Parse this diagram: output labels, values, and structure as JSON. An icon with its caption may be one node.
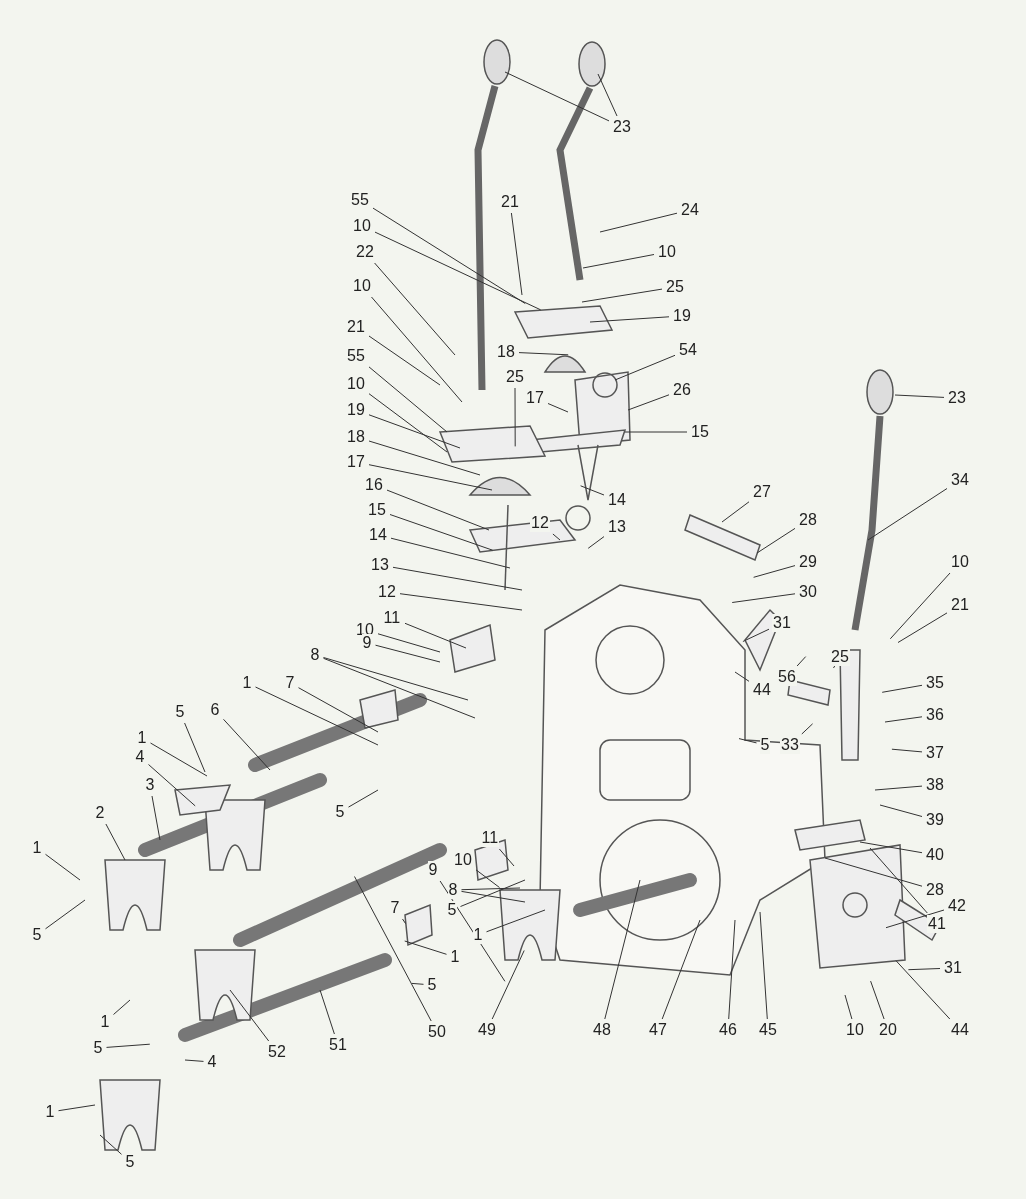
{
  "diagram": {
    "nodes": [
      {
        "text": [
          "23"
        ]
      },
      {
        "text": [
          "24"
        ]
      },
      {
        "text": [
          "21"
        ]
      },
      {
        "text": [
          "55"
        ]
      },
      {
        "text": [
          "10"
        ]
      },
      {
        "text": [
          "10"
        ]
      },
      {
        "text": [
          "22"
        ]
      },
      {
        "text": [
          "25"
        ]
      },
      {
        "text": [
          "10"
        ]
      },
      {
        "text": [
          "19"
        ]
      },
      {
        "text": [
          "21"
        ]
      },
      {
        "text": [
          "18"
        ]
      },
      {
        "text": [
          "54"
        ]
      },
      {
        "text": [
          "55"
        ]
      },
      {
        "text": [
          "25"
        ]
      },
      {
        "text": [
          "10"
        ]
      },
      {
        "text": [
          "26"
        ]
      },
      {
        "text": [
          "23"
        ]
      },
      {
        "text": [
          "17"
        ]
      },
      {
        "text": [
          "19"
        ]
      },
      {
        "text": [
          "15"
        ]
      },
      {
        "text": [
          "18"
        ]
      },
      {
        "text": [
          "17"
        ]
      },
      {
        "text": [
          "34"
        ]
      },
      {
        "text": [
          "16"
        ]
      },
      {
        "text": [
          "27"
        ]
      },
      {
        "text": [
          "14"
        ]
      },
      {
        "text": [
          "15"
        ]
      },
      {
        "text": [
          "28"
        ]
      },
      {
        "text": [
          "12"
        ]
      },
      {
        "text": [
          "13"
        ]
      },
      {
        "text": [
          "14"
        ]
      },
      {
        "text": [
          "10"
        ]
      },
      {
        "text": [
          "29"
        ]
      },
      {
        "text": [
          "13"
        ]
      },
      {
        "text": [
          "30"
        ]
      },
      {
        "text": [
          "12"
        ]
      },
      {
        "text": [
          "21"
        ]
      },
      {
        "text": [
          "11"
        ]
      },
      {
        "text": [
          "10"
        ]
      },
      {
        "text": [
          "31"
        ]
      },
      {
        "text": [
          "9"
        ]
      },
      {
        "text": [
          "25"
        ]
      },
      {
        "text": [
          "8"
        ]
      },
      {
        "text": [
          "56"
        ]
      },
      {
        "text": [
          "35"
        ]
      },
      {
        "text": [
          "7"
        ]
      },
      {
        "text": [
          "1"
        ]
      },
      {
        "text": [
          "44"
        ]
      },
      {
        "text": [
          "6"
        ]
      },
      {
        "text": [
          "5"
        ]
      },
      {
        "text": [
          "36"
        ]
      },
      {
        "text": [
          "1"
        ]
      },
      {
        "text": [
          "33"
        ]
      },
      {
        "text": [
          "5"
        ]
      },
      {
        "text": [
          "37"
        ]
      },
      {
        "text": [
          "4"
        ]
      },
      {
        "text": [
          "3"
        ]
      },
      {
        "text": [
          "38"
        ]
      },
      {
        "text": [
          "5"
        ]
      },
      {
        "text": [
          "2"
        ]
      },
      {
        "text": [
          "39"
        ]
      },
      {
        "text": [
          "11"
        ]
      },
      {
        "text": [
          "1"
        ]
      },
      {
        "text": [
          "40"
        ]
      },
      {
        "text": [
          "10"
        ]
      },
      {
        "text": [
          "9"
        ]
      },
      {
        "text": [
          "28"
        ]
      },
      {
        "text": [
          "8"
        ]
      },
      {
        "text": [
          "42"
        ]
      },
      {
        "text": [
          "5"
        ]
      },
      {
        "text": [
          "7"
        ]
      },
      {
        "text": [
          "41"
        ]
      },
      {
        "text": [
          "5"
        ]
      },
      {
        "text": [
          "1"
        ]
      },
      {
        "text": [
          "1"
        ]
      },
      {
        "text": [
          "31"
        ]
      },
      {
        "text": [
          "5"
        ]
      },
      {
        "text": [
          "1"
        ]
      },
      {
        "text": [
          "50"
        ]
      },
      {
        "text": [
          "49"
        ]
      },
      {
        "text": [
          "48"
        ]
      },
      {
        "text": [
          "47"
        ]
      },
      {
        "text": [
          "46"
        ]
      },
      {
        "text": [
          "45"
        ]
      },
      {
        "text": [
          "10"
        ]
      },
      {
        "text": [
          "20"
        ]
      },
      {
        "text": [
          "44"
        ]
      },
      {
        "text": [
          "51"
        ]
      },
      {
        "text": [
          "5"
        ]
      },
      {
        "text": [
          "52"
        ]
      },
      {
        "text": [
          "4"
        ]
      },
      {
        "text": [
          "1"
        ]
      },
      {
        "text": [
          "5"
        ]
      }
    ],
    "edges": [
      {
        "from": 0,
        "to": null,
        "arrow": "none"
      },
      {
        "from": 0,
        "to": null,
        "arrow": "none"
      },
      {
        "from": 1,
        "to": null,
        "arrow": "none"
      },
      {
        "from": 2,
        "to": null,
        "arrow": "none"
      },
      {
        "from": 3,
        "to": null,
        "arrow": "none"
      },
      {
        "from": 4,
        "to": null,
        "arrow": "none"
      },
      {
        "from": 5,
        "to": null,
        "arrow": "none"
      },
      {
        "from": 6,
        "to": null,
        "arrow": "none"
      },
      {
        "from": 7,
        "to": null,
        "arrow": "none"
      },
      {
        "from": 8,
        "to": null,
        "arrow": "none"
      },
      {
        "from": 9,
        "to": null,
        "arrow": "none"
      },
      {
        "from": 10,
        "to": null,
        "arrow": "none"
      },
      {
        "from": 11,
        "to": null,
        "arrow": "none"
      },
      {
        "from": 12,
        "to": null,
        "arrow": "none"
      },
      {
        "from": 13,
        "to": null,
        "arrow": "none"
      },
      {
        "from": 14,
        "to": null,
        "arrow": "none"
      },
      {
        "from": 15,
        "to": null,
        "arrow": "none"
      },
      {
        "from": 16,
        "to": null,
        "arrow": "none"
      },
      {
        "from": 17,
        "to": null,
        "arrow": "none"
      },
      {
        "from": 18,
        "to": null,
        "arrow": "none"
      },
      {
        "from": 19,
        "to": null,
        "arrow": "none"
      },
      {
        "from": 20,
        "to": null,
        "arrow": "none"
      },
      {
        "from": 21,
        "to": null,
        "arrow": "none"
      },
      {
        "from": 22,
        "to": null,
        "arrow": "none"
      },
      {
        "from": 23,
        "to": null,
        "arrow": "none"
      },
      {
        "from": 24,
        "to": null,
        "arrow": "none"
      },
      {
        "from": 25,
        "to": null,
        "arrow": "none"
      },
      {
        "from": 26,
        "to": null,
        "arrow": "none"
      },
      {
        "from": 27,
        "to": null,
        "arrow": "none"
      },
      {
        "from": 28,
        "to": null,
        "arrow": "none"
      },
      {
        "from": 29,
        "to": null,
        "arrow": "none"
      },
      {
        "from": 30,
        "to": null,
        "arrow": "none"
      },
      {
        "from": 31,
        "to": null,
        "arrow": "none"
      },
      {
        "from": 32,
        "to": null,
        "arrow": "none"
      },
      {
        "from": 33,
        "to": null,
        "arrow": "none"
      },
      {
        "from": 34,
        "to": null,
        "arrow": "none"
      },
      {
        "from": 35,
        "to": null,
        "arrow": "none"
      },
      {
        "from": 36,
        "to": null,
        "arrow": "none"
      },
      {
        "from": 37,
        "to": null,
        "arrow": "none"
      },
      {
        "from": 38,
        "to": null,
        "arrow": "none"
      },
      {
        "from": 39,
        "to": null,
        "arrow": "none"
      },
      {
        "from": 40,
        "to": null,
        "arrow": "none"
      },
      {
        "from": 41,
        "to": null,
        "arrow": "none"
      },
      {
        "from": 42,
        "to": null,
        "arrow": "none"
      },
      {
        "from": 43,
        "to": null,
        "arrow": "none"
      },
      {
        "from": 43,
        "to": null,
        "arrow": "none"
      },
      {
        "from": 44,
        "to": null,
        "arrow": "none"
      },
      {
        "from": 45,
        "to": null,
        "arrow": "none"
      },
      {
        "from": 46,
        "to": null,
        "arrow": "none"
      },
      {
        "from": 47,
        "to": null,
        "arrow": "none"
      },
      {
        "from": 48,
        "to": null,
        "arrow": "none"
      },
      {
        "from": 49,
        "to": null,
        "arrow": "none"
      },
      {
        "from": 50,
        "to": null,
        "arrow": "none"
      },
      {
        "from": 51,
        "to": null,
        "arrow": "none"
      },
      {
        "from": 52,
        "to": null,
        "arrow": "none"
      },
      {
        "from": 53,
        "to": null,
        "arrow": "none"
      },
      {
        "from": 54,
        "to": null,
        "arrow": "none"
      },
      {
        "from": 55,
        "to": null,
        "arrow": "none"
      },
      {
        "from": 56,
        "to": null,
        "arrow": "none"
      },
      {
        "from": 57,
        "to": null,
        "arrow": "none"
      },
      {
        "from": 58,
        "to": null,
        "arrow": "none"
      },
      {
        "from": 59,
        "to": null,
        "arrow": "none"
      },
      {
        "from": 60,
        "to": null,
        "arrow": "none"
      },
      {
        "from": 61,
        "to": null,
        "arrow": "none"
      },
      {
        "from": 62,
        "to": null,
        "arrow": "none"
      },
      {
        "from": 63,
        "to": null,
        "arrow": "none"
      },
      {
        "from": 64,
        "to": null,
        "arrow": "none"
      },
      {
        "from": 65,
        "to": null,
        "arrow": "none"
      },
      {
        "from": 66,
        "to": null,
        "arrow": "none"
      },
      {
        "from": 67,
        "to": null,
        "arrow": "none"
      },
      {
        "from": 68,
        "to": null,
        "arrow": "none"
      },
      {
        "from": 68,
        "to": null,
        "arrow": "none"
      },
      {
        "from": 69,
        "to": null,
        "arrow": "none"
      },
      {
        "from": 70,
        "to": null,
        "arrow": "none"
      },
      {
        "from": 71,
        "to": null,
        "arrow": "none"
      },
      {
        "from": 72,
        "to": null,
        "arrow": "none"
      },
      {
        "from": 73,
        "to": null,
        "arrow": "none"
      },
      {
        "from": 74,
        "to": null,
        "arrow": "none"
      },
      {
        "from": 75,
        "to": null,
        "arrow": "none"
      },
      {
        "from": 76,
        "to": null,
        "arrow": "none"
      },
      {
        "from": 77,
        "to": null,
        "arrow": "none"
      },
      {
        "from": 78,
        "to": null,
        "arrow": "none"
      },
      {
        "from": 79,
        "to": null,
        "arrow": "none"
      },
      {
        "from": 80,
        "to": null,
        "arrow": "none"
      },
      {
        "from": 81,
        "to": null,
        "arrow": "none"
      },
      {
        "from": 82,
        "to": null,
        "arrow": "none"
      },
      {
        "from": 83,
        "to": null,
        "arrow": "none"
      },
      {
        "from": 84,
        "to": null,
        "arrow": "none"
      },
      {
        "from": 85,
        "to": null,
        "arrow": "none"
      },
      {
        "from": 86,
        "to": null,
        "arrow": "none"
      },
      {
        "from": 87,
        "to": null,
        "arrow": "none"
      },
      {
        "from": 88,
        "to": null,
        "arrow": "none"
      },
      {
        "from": 89,
        "to": null,
        "arrow": "none"
      },
      {
        "from": 90,
        "to": null,
        "arrow": "none"
      },
      {
        "from": 91,
        "to": null,
        "arrow": "none"
      },
      {
        "from": 92,
        "to": null,
        "arrow": "none"
      },
      {
        "from": 93,
        "to": null,
        "arrow": "none"
      }
    ]
  }
}
